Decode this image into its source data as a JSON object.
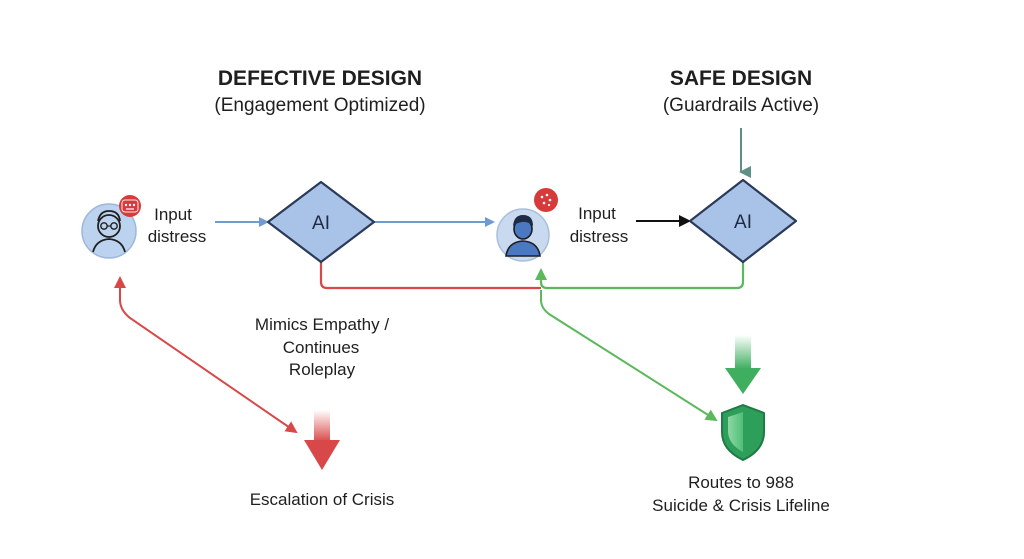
{
  "left_panel": {
    "title": "DEFECTIVE DESIGN",
    "subtitle": "(Engagement Optimized)",
    "user_label_line1": "Input",
    "user_label_line2": "distress",
    "ai_label": "AI",
    "response_line1": "Mimics Empathy /",
    "response_line2": "Continues",
    "response_line3": "Roleplay",
    "outcome": "Escalation of Crisis"
  },
  "right_panel": {
    "title": "SAFE DESIGN",
    "subtitle": "(Guardrails Active)",
    "user_label_line1": "Input",
    "user_label_line2": "distress",
    "ai_label": "AI",
    "outcome_line1": "Routes to 988",
    "outcome_line2": "Suicide & Crisis Lifeline"
  },
  "colors": {
    "defective_path": "#d94848",
    "safe_path": "#5cb85c",
    "input_flow": "#6f9bd1",
    "guardrail": "#5e8f84",
    "ai_node_fill": "#a9c2e8",
    "ai_node_stroke": "#2b3a57",
    "avatar_fill": "#bcd3ef",
    "alert_badge": "#d63a3a",
    "shield": "#2e9e5b"
  },
  "icons": {
    "left_user": "distressed-user-icon",
    "right_user": "user-icon",
    "alert": "alert-badge-icon",
    "shield": "shield-icon"
  }
}
